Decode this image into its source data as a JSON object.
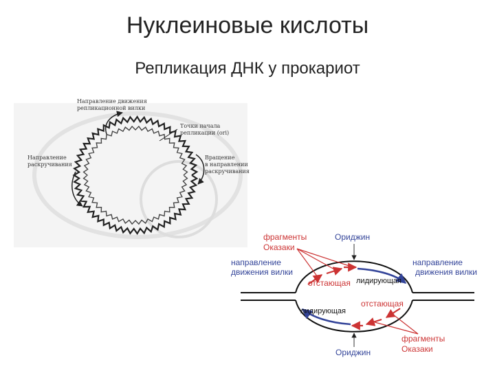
{
  "slide": {
    "title": "Нуклеиновые кислоты",
    "subtitle": "Репликация ДНК у прокариот"
  },
  "top_figure": {
    "label_fork_direction": [
      "Направление движения",
      "репликационной вилки"
    ],
    "label_origin": [
      "Точки начала",
      "репликации (ori)"
    ],
    "label_unwinding": [
      "Направление",
      "раскручивания"
    ],
    "label_rotation": [
      "Вращение",
      "в направлении",
      "раскручивания"
    ]
  },
  "bottom_figure": {
    "okazaki_top": [
      "фрагменты",
      "Оказаки"
    ],
    "origin_top": "Ориджин",
    "fork_dir_left": [
      "направление",
      "движения вилки"
    ],
    "fork_dir_right": [
      "направление",
      "движения вилки"
    ],
    "lagging_top": "отстающая",
    "leading_top": "лидирующая",
    "leading_bottom": "лидирующая",
    "lagging_bottom": "отстающая",
    "origin_bottom": "Ориджин",
    "okazaki_bottom": [
      "фрагменты",
      "Оказаки"
    ],
    "colors": {
      "red": "#cc3333",
      "blue": "#334499",
      "black": "#111111"
    }
  }
}
